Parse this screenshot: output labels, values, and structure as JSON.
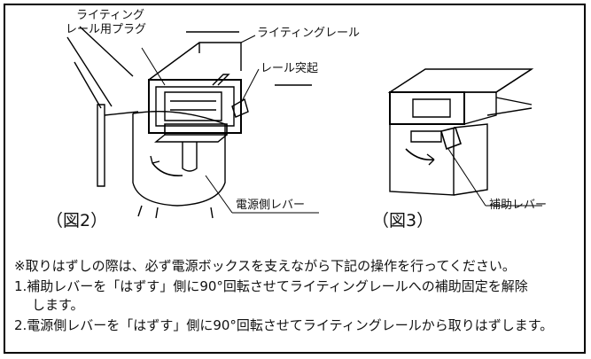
{
  "figure_left": {
    "label_plug_line1": "ライティング",
    "label_plug_line2": "レール用プラグ",
    "label_rail": "ライティングレール",
    "label_protrusion": "レール突起",
    "label_lever": "電源側レバー",
    "caption": "（図2）"
  },
  "figure_right": {
    "label_lever": "補助レバー",
    "caption": "（図3）"
  },
  "instructions": {
    "note": "※取りはずしの際は、必ず電源ボックスを支えながら下記の操作を行ってください。",
    "step1_line1": "1.補助レバーを「はずす」側に90°回転させてライティングレールへの補助固定を解除",
    "step1_line2": "します。",
    "step2": "2.電源側レバーを「はずす」側に90°回転させてライティングレールから取りはずします。"
  }
}
